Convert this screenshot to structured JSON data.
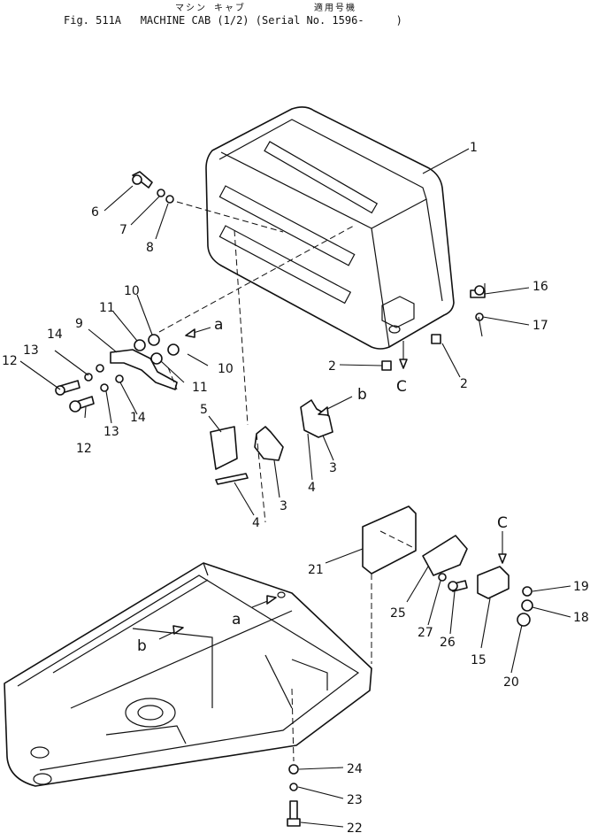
{
  "header": {
    "jp_left": "マシン キャブ",
    "jp_right": "適用号機",
    "caption": "Fig. 511A   MACHINE CAB (1/2) (Serial No. 1596-     )"
  },
  "callouts": {
    "p1": "1",
    "p2a": "2",
    "p2b": "2",
    "p3a": "3",
    "p3b": "3",
    "p4a": "4",
    "p4b": "4",
    "p5": "5",
    "p6": "6",
    "p7": "7",
    "p8": "8",
    "p9": "9",
    "p10a": "10",
    "p10b": "10",
    "p11a": "11",
    "p11b": "11",
    "p12a": "12",
    "p12b": "12",
    "p13a": "13",
    "p13b": "13",
    "p14a": "14",
    "p14b": "14",
    "p15": "15",
    "p16": "16",
    "p17": "17",
    "p18": "18",
    "p19": "19",
    "p20": "20",
    "p21": "21",
    "p22": "22",
    "p23": "23",
    "p24": "24",
    "p25": "25",
    "p26": "26",
    "p27": "27"
  },
  "refs": {
    "a1": "a",
    "a2": "a",
    "b1": "b",
    "b2": "b",
    "c1": "C",
    "c2": "C"
  }
}
